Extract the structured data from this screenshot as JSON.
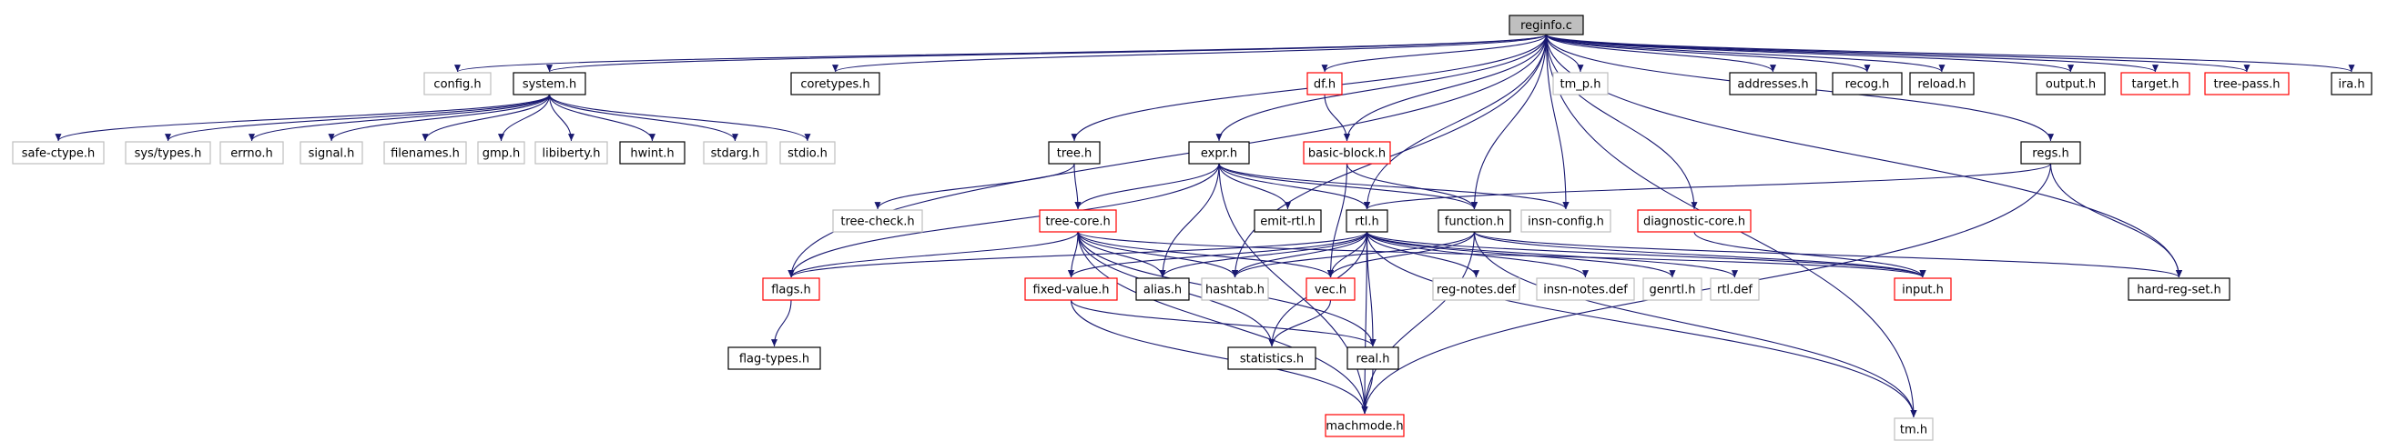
{
  "diagram": {
    "colors": {
      "edge": "#191970",
      "root_fill": "#bfbfbf",
      "documented_border": "#000000",
      "undocumented_border": "#bfbfbf",
      "truncated_border": "#ff0000"
    },
    "nodes": [
      {
        "id": "reginfo_c",
        "label": "reginfo.c",
        "kind": "root"
      },
      {
        "id": "config_h",
        "label": "config.h",
        "kind": "undocumented"
      },
      {
        "id": "system_h",
        "label": "system.h",
        "kind": "documented"
      },
      {
        "id": "coretypes_h",
        "label": "coretypes.h",
        "kind": "documented"
      },
      {
        "id": "tm_h",
        "label": "tm.h",
        "kind": "undocumented"
      },
      {
        "id": "df_h",
        "label": "df.h",
        "kind": "truncated"
      },
      {
        "id": "tm_p_h",
        "label": "tm_p.h",
        "kind": "undocumented"
      },
      {
        "id": "addresses_h",
        "label": "addresses.h",
        "kind": "documented"
      },
      {
        "id": "recog_h",
        "label": "recog.h",
        "kind": "documented"
      },
      {
        "id": "reload_h",
        "label": "reload.h",
        "kind": "documented"
      },
      {
        "id": "output_h",
        "label": "output.h",
        "kind": "documented"
      },
      {
        "id": "target_h",
        "label": "target.h",
        "kind": "truncated"
      },
      {
        "id": "tree_pass_h",
        "label": "tree-pass.h",
        "kind": "truncated"
      },
      {
        "id": "ira_h",
        "label": "ira.h",
        "kind": "documented"
      },
      {
        "id": "safe_ctype_h",
        "label": "safe-ctype.h",
        "kind": "undocumented"
      },
      {
        "id": "sys_types_h",
        "label": "sys/types.h",
        "kind": "undocumented"
      },
      {
        "id": "errno_h",
        "label": "errno.h",
        "kind": "undocumented"
      },
      {
        "id": "signal_h",
        "label": "signal.h",
        "kind": "undocumented"
      },
      {
        "id": "filenames_h",
        "label": "filenames.h",
        "kind": "undocumented"
      },
      {
        "id": "gmp_h",
        "label": "gmp.h",
        "kind": "undocumented"
      },
      {
        "id": "libiberty_h",
        "label": "libiberty.h",
        "kind": "undocumented"
      },
      {
        "id": "hwint_h",
        "label": "hwint.h",
        "kind": "documented"
      },
      {
        "id": "stdarg_h",
        "label": "stdarg.h",
        "kind": "undocumented"
      },
      {
        "id": "stdio_h",
        "label": "stdio.h",
        "kind": "undocumented"
      },
      {
        "id": "tree_h",
        "label": "tree.h",
        "kind": "documented"
      },
      {
        "id": "expr_h",
        "label": "expr.h",
        "kind": "documented"
      },
      {
        "id": "basic_block_h",
        "label": "basic-block.h",
        "kind": "truncated"
      },
      {
        "id": "regs_h",
        "label": "regs.h",
        "kind": "documented"
      },
      {
        "id": "tree_check_h",
        "label": "tree-check.h",
        "kind": "undocumented"
      },
      {
        "id": "emit_rtl_h",
        "label": "emit-rtl.h",
        "kind": "documented"
      },
      {
        "id": "function_h",
        "label": "function.h",
        "kind": "documented"
      },
      {
        "id": "insn_config_h",
        "label": "insn-config.h",
        "kind": "undocumented"
      },
      {
        "id": "diagnostic_core_h",
        "label": "diagnostic-core.h",
        "kind": "truncated"
      },
      {
        "id": "tree_core_h",
        "label": "tree-core.h",
        "kind": "truncated"
      },
      {
        "id": "rtl_h",
        "label": "rtl.h",
        "kind": "documented"
      },
      {
        "id": "flags_h",
        "label": "flags.h",
        "kind": "truncated"
      },
      {
        "id": "fixed_value_h",
        "label": "fixed-value.h",
        "kind": "truncated"
      },
      {
        "id": "alias_h",
        "label": "alias.h",
        "kind": "documented"
      },
      {
        "id": "hashtab_h",
        "label": "hashtab.h",
        "kind": "undocumented"
      },
      {
        "id": "vec_h",
        "label": "vec.h",
        "kind": "truncated"
      },
      {
        "id": "reg_notes_def",
        "label": "reg-notes.def",
        "kind": "undocumented"
      },
      {
        "id": "insn_notes_def",
        "label": "insn-notes.def",
        "kind": "undocumented"
      },
      {
        "id": "genrtl_h",
        "label": "genrtl.h",
        "kind": "undocumented"
      },
      {
        "id": "rtl_def",
        "label": "rtl.def",
        "kind": "undocumented"
      },
      {
        "id": "input_h",
        "label": "input.h",
        "kind": "truncated"
      },
      {
        "id": "hard_reg_set_h",
        "label": "hard-reg-set.h",
        "kind": "documented"
      },
      {
        "id": "flag_types_h",
        "label": "flag-types.h",
        "kind": "documented"
      },
      {
        "id": "statistics_h",
        "label": "statistics.h",
        "kind": "documented"
      },
      {
        "id": "real_h",
        "label": "real.h",
        "kind": "documented"
      },
      {
        "id": "machmode_h",
        "label": "machmode.h",
        "kind": "truncated"
      }
    ],
    "edges": [
      [
        "reginfo_c",
        "config_h"
      ],
      [
        "reginfo_c",
        "system_h"
      ],
      [
        "reginfo_c",
        "coretypes_h"
      ],
      [
        "reginfo_c",
        "tm_h"
      ],
      [
        "reginfo_c",
        "df_h"
      ],
      [
        "reginfo_c",
        "tm_p_h"
      ],
      [
        "reginfo_c",
        "addresses_h"
      ],
      [
        "reginfo_c",
        "recog_h"
      ],
      [
        "reginfo_c",
        "reload_h"
      ],
      [
        "reginfo_c",
        "output_h"
      ],
      [
        "reginfo_c",
        "target_h"
      ],
      [
        "reginfo_c",
        "tree_pass_h"
      ],
      [
        "reginfo_c",
        "ira_h"
      ],
      [
        "reginfo_c",
        "tree_h"
      ],
      [
        "reginfo_c",
        "expr_h"
      ],
      [
        "reginfo_c",
        "basic_block_h"
      ],
      [
        "reginfo_c",
        "regs_h"
      ],
      [
        "reginfo_c",
        "function_h"
      ],
      [
        "reginfo_c",
        "insn_config_h"
      ],
      [
        "reginfo_c",
        "diagnostic_core_h"
      ],
      [
        "reginfo_c",
        "rtl_h"
      ],
      [
        "reginfo_c",
        "flags_h"
      ],
      [
        "reginfo_c",
        "hashtab_h"
      ],
      [
        "reginfo_c",
        "hard_reg_set_h"
      ],
      [
        "system_h",
        "safe_ctype_h"
      ],
      [
        "system_h",
        "sys_types_h"
      ],
      [
        "system_h",
        "errno_h"
      ],
      [
        "system_h",
        "signal_h"
      ],
      [
        "system_h",
        "filenames_h"
      ],
      [
        "system_h",
        "gmp_h"
      ],
      [
        "system_h",
        "libiberty_h"
      ],
      [
        "system_h",
        "hwint_h"
      ],
      [
        "system_h",
        "stdarg_h"
      ],
      [
        "system_h",
        "stdio_h"
      ],
      [
        "df_h",
        "basic_block_h"
      ],
      [
        "tree_h",
        "tree_check_h"
      ],
      [
        "tree_h",
        "tree_core_h"
      ],
      [
        "expr_h",
        "tree_core_h"
      ],
      [
        "expr_h",
        "emit_rtl_h"
      ],
      [
        "expr_h",
        "function_h"
      ],
      [
        "expr_h",
        "rtl_h"
      ],
      [
        "expr_h",
        "insn_config_h"
      ],
      [
        "expr_h",
        "flags_h"
      ],
      [
        "expr_h",
        "alias_h"
      ],
      [
        "expr_h",
        "machmode_h"
      ],
      [
        "basic_block_h",
        "function_h"
      ],
      [
        "basic_block_h",
        "vec_h"
      ],
      [
        "regs_h",
        "rtl_h"
      ],
      [
        "regs_h",
        "hard_reg_set_h"
      ],
      [
        "regs_h",
        "machmode_h"
      ],
      [
        "function_h",
        "vec_h"
      ],
      [
        "function_h",
        "hashtab_h"
      ],
      [
        "function_h",
        "input_h"
      ],
      [
        "function_h",
        "tm_h"
      ],
      [
        "function_h",
        "hard_reg_set_h"
      ],
      [
        "function_h",
        "machmode_h"
      ],
      [
        "diagnostic_core_h",
        "input_h"
      ],
      [
        "tree_core_h",
        "flags_h"
      ],
      [
        "tree_core_h",
        "fixed_value_h"
      ],
      [
        "tree_core_h",
        "alias_h"
      ],
      [
        "tree_core_h",
        "hashtab_h"
      ],
      [
        "tree_core_h",
        "vec_h"
      ],
      [
        "tree_core_h",
        "input_h"
      ],
      [
        "tree_core_h",
        "statistics_h"
      ],
      [
        "tree_core_h",
        "real_h"
      ],
      [
        "tree_core_h",
        "machmode_h"
      ],
      [
        "rtl_h",
        "flags_h"
      ],
      [
        "rtl_h",
        "fixed_value_h"
      ],
      [
        "rtl_h",
        "alias_h"
      ],
      [
        "rtl_h",
        "hashtab_h"
      ],
      [
        "rtl_h",
        "vec_h"
      ],
      [
        "rtl_h",
        "reg_notes_def"
      ],
      [
        "rtl_h",
        "insn_notes_def"
      ],
      [
        "rtl_h",
        "genrtl_h"
      ],
      [
        "rtl_h",
        "rtl_def"
      ],
      [
        "rtl_h",
        "input_h"
      ],
      [
        "rtl_h",
        "tm_h"
      ],
      [
        "rtl_h",
        "statistics_h"
      ],
      [
        "rtl_h",
        "real_h"
      ],
      [
        "rtl_h",
        "machmode_h"
      ],
      [
        "flags_h",
        "flag_types_h"
      ],
      [
        "fixed_value_h",
        "real_h"
      ],
      [
        "fixed_value_h",
        "machmode_h"
      ],
      [
        "vec_h",
        "statistics_h"
      ],
      [
        "real_h",
        "machmode_h"
      ]
    ]
  }
}
